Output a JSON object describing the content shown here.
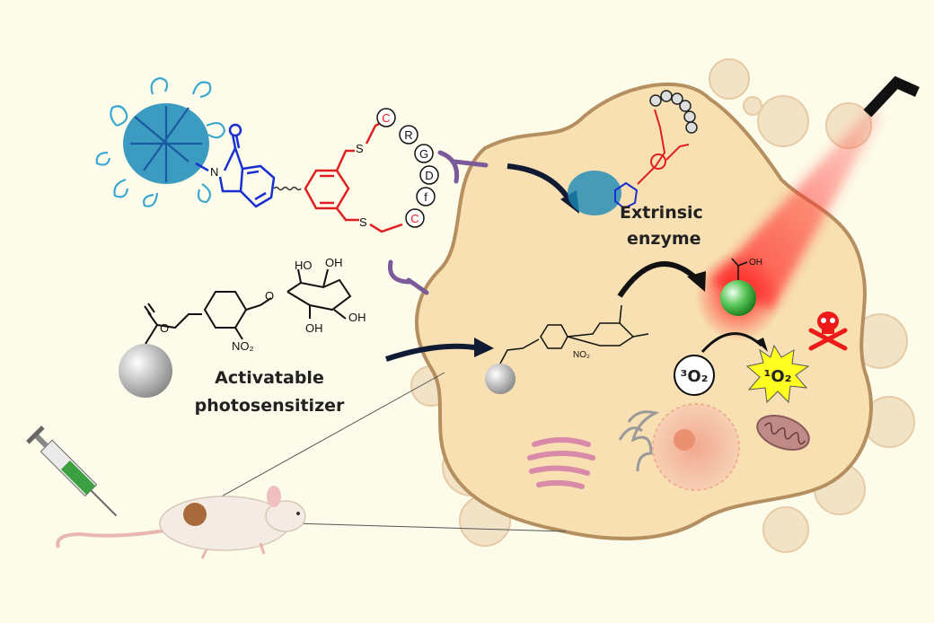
{
  "labels": {
    "enzyme_line1": "Extrinsic",
    "enzyme_line2": "enzyme",
    "ps_line1": "Activatable",
    "ps_line2": "photosensitizer"
  },
  "peptide": [
    "C",
    "R",
    "G",
    "D",
    "f",
    "C"
  ],
  "chem": {
    "nitrogen": "N",
    "oxygen": "O",
    "sulfur": "S",
    "ho": "HO",
    "oh": "OH",
    "no2": "NO₂",
    "carboxyl_oh": "OH"
  },
  "oxygen_species": {
    "triplet": "³O₂",
    "singlet": "¹O₂"
  },
  "colors": {
    "background": "#fdfbea",
    "cell_fill": "#f8e0b2",
    "cell_border": "#b58f5f",
    "linker_red": "#e02020",
    "lactam_blue": "#1a2fd0",
    "protein_blue": "#1a8ab8",
    "receptor_purple": "#7a5a9a",
    "laser_red": "#ff3030",
    "singlet_yellow": "#ffff20"
  }
}
